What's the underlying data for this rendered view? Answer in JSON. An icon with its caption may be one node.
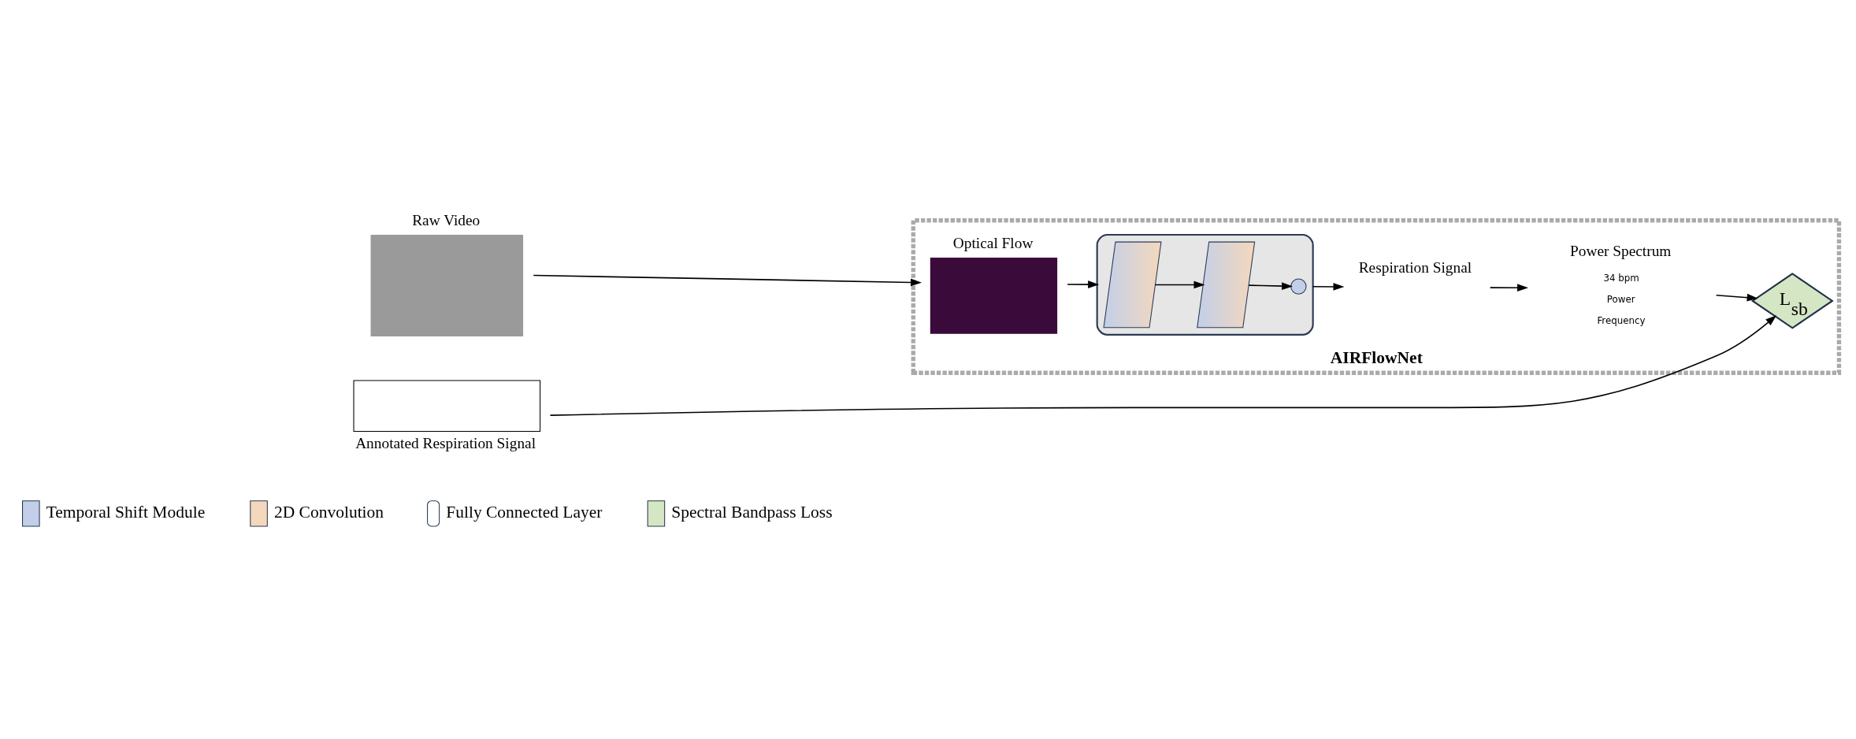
{
  "diagram": {
    "nodes": [
      {
        "text": [
          "AIRFlowNet"
        ]
      },
      {
        "text": [
          "Raw Video"
        ]
      },
      {
        "text": [
          "Annotated Respiration Signal"
        ]
      },
      {
        "text": [
          "Optical Flow"
        ],
        "in": 0
      },
      {
        "text": [],
        "shape": "trapezoid",
        "in": 0
      },
      {
        "text": [],
        "shape": "parallelogram",
        "in": 4
      },
      {
        "text": [],
        "shape": "parallelogram",
        "in": 4
      },
      {
        "text": [],
        "shape": "circle",
        "in": 4
      },
      {
        "text": [
          "Respiration Signal"
        ],
        "in": 0
      },
      {
        "text": [
          "Power Spectrum"
        ],
        "beside": [
          "34 bpm",
          "Power",
          "Frequency"
        ],
        "in": 0
      },
      {
        "text": [
          "L$_{sb}$"
        ],
        "in": 0
      }
    ],
    "edges": [
      {
        "from": 1,
        "to": 3,
        "arrow": "to"
      },
      {
        "from": 3,
        "to": 4,
        "arrow": "to"
      },
      {
        "from": 5,
        "to": 6,
        "arrow": "to"
      },
      {
        "from": 6,
        "to": 7,
        "arrow": "to"
      },
      {
        "from": 4,
        "to": 8,
        "arrow": "to"
      },
      {
        "from": 8,
        "to": 9,
        "arrow": "to"
      },
      {
        "from": 9,
        "to": 10,
        "arrow": "to"
      },
      {
        "from": 2,
        "to": 10,
        "arrow": "to"
      }
    ],
    "legend": [
      {
        "text": "Temporal Shift Module",
        "color": "#c3cfe9"
      },
      {
        "text": "2D Convolution",
        "color": "#f4d8bc"
      },
      {
        "text": "Fully Connected Layer"
      },
      {
        "text": "Spectral Bandpass Loss",
        "color": "#d5e6c4"
      }
    ]
  }
}
